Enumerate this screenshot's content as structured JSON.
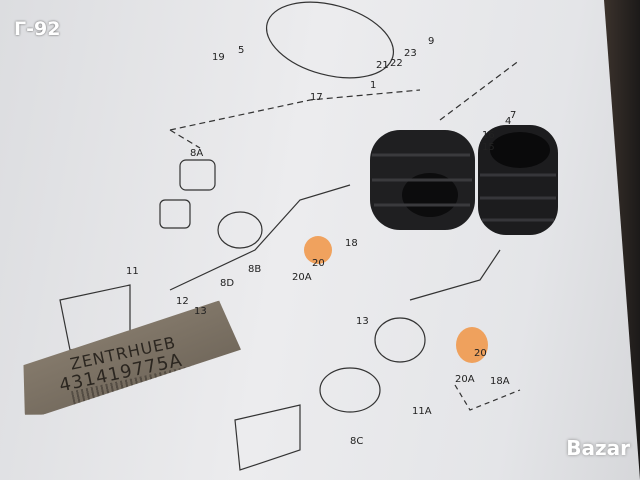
{
  "stamp": "Г-92",
  "label": {
    "line1": "ZENTRHUEB",
    "line2": "431419775A"
  },
  "callouts": [
    {
      "text": "19"
    },
    {
      "text": "5"
    },
    {
      "text": "17"
    },
    {
      "text": "1"
    },
    {
      "text": "21"
    },
    {
      "text": "22"
    },
    {
      "text": "23"
    },
    {
      "text": "9"
    },
    {
      "text": "16"
    },
    {
      "text": "4"
    },
    {
      "text": "7"
    },
    {
      "text": "15"
    },
    {
      "text": "8A"
    },
    {
      "text": "8B"
    },
    {
      "text": "8D"
    },
    {
      "text": "11"
    },
    {
      "text": "12"
    },
    {
      "text": "13"
    },
    {
      "text": "18"
    },
    {
      "text": "20"
    },
    {
      "text": "20A"
    },
    {
      "text": "13"
    },
    {
      "text": "8C"
    },
    {
      "text": "11A"
    },
    {
      "text": "20"
    },
    {
      "text": "20A"
    },
    {
      "text": "18A"
    }
  ],
  "watermark": "Bazar",
  "colors": {
    "paper": "#e6e7e9",
    "rubber": "#1f1f21",
    "highlight": "#f28a2e"
  }
}
